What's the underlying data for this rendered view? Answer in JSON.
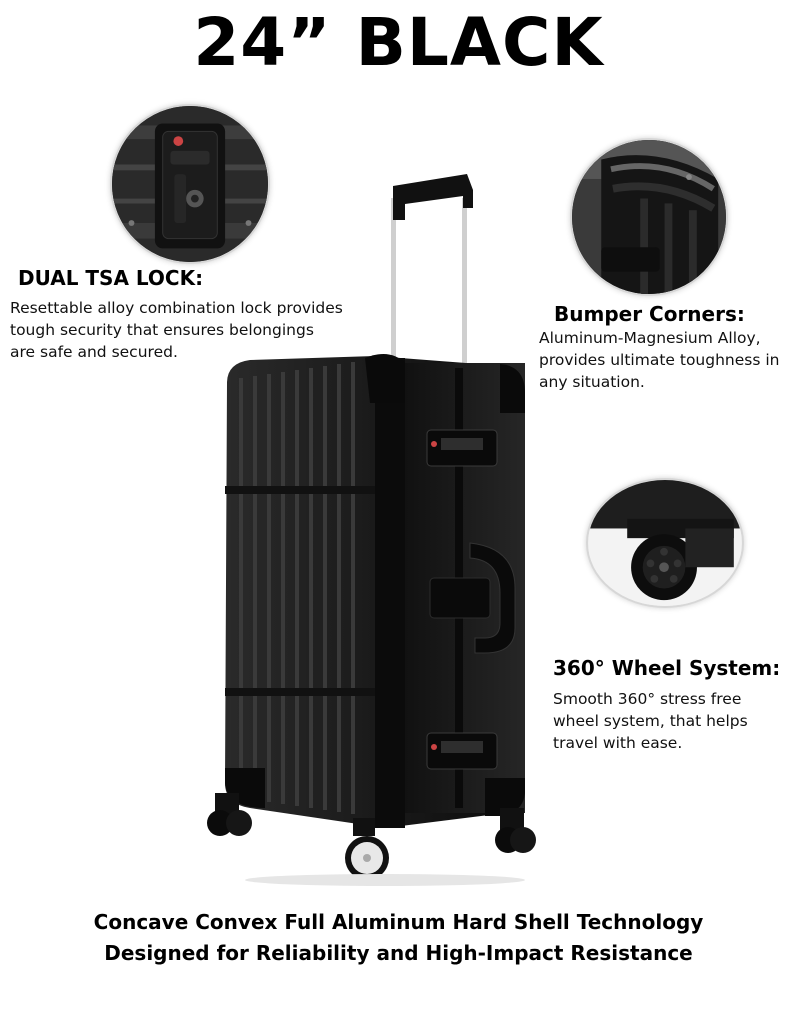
{
  "title": "24” BLACK",
  "features": {
    "lock": {
      "title": "DUAL TSA LOCK:",
      "lines": [
        "Resettable alloy combination lock provides",
        "tough security that ensures belongings",
        "are safe and secured."
      ]
    },
    "corners": {
      "title": "Bumper Corners:",
      "lines": [
        "Aluminum-Magnesium Alloy,",
        "provides ultimate toughness in",
        "any situation."
      ]
    },
    "wheels": {
      "title": "360° Wheel System:",
      "lines": [
        "Smooth 360° stress free",
        "wheel system, that helps",
        "travel with ease."
      ]
    }
  },
  "footer": {
    "line1": "Concave Convex Full Aluminum Hard Shell Technology",
    "line2": "Designed for Reliability and High-Impact Resistance"
  },
  "colors": {
    "text": "#000000",
    "suitcase": "#1b1b1b",
    "background": "#ffffff"
  }
}
